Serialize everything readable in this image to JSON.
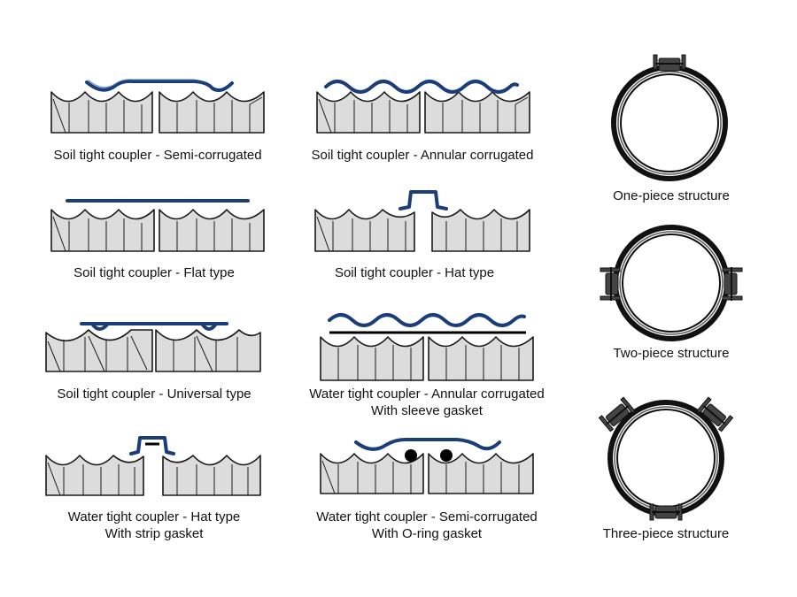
{
  "colors": {
    "coupler": "#1b3d7a",
    "pipe_fill": "#dcdcdc",
    "outline": "#1a1a1a",
    "caption": "#111111"
  },
  "captions": {
    "soil_semi": "Soil tight coupler - Semi-corrugated",
    "soil_annular": "Soil tight coupler - Annular corrugated",
    "soil_flat": "Soil tight coupler - Flat type",
    "soil_hat": "Soil tight coupler - Hat type",
    "soil_universal": "Soil tight coupler - Universal type",
    "water_annular_1": "Water tight coupler - Annular corrugated",
    "water_annular_2": "With sleeve gasket",
    "water_hat_1": "Water tight coupler - Hat type",
    "water_hat_2": "With strip gasket",
    "water_semi_1": "Water tight coupler - Semi-corrugated",
    "water_semi_2": "With O-ring gasket",
    "one_piece": "One-piece structure",
    "two_piece": "Two-piece structure",
    "three_piece": "Three-piece structure"
  }
}
